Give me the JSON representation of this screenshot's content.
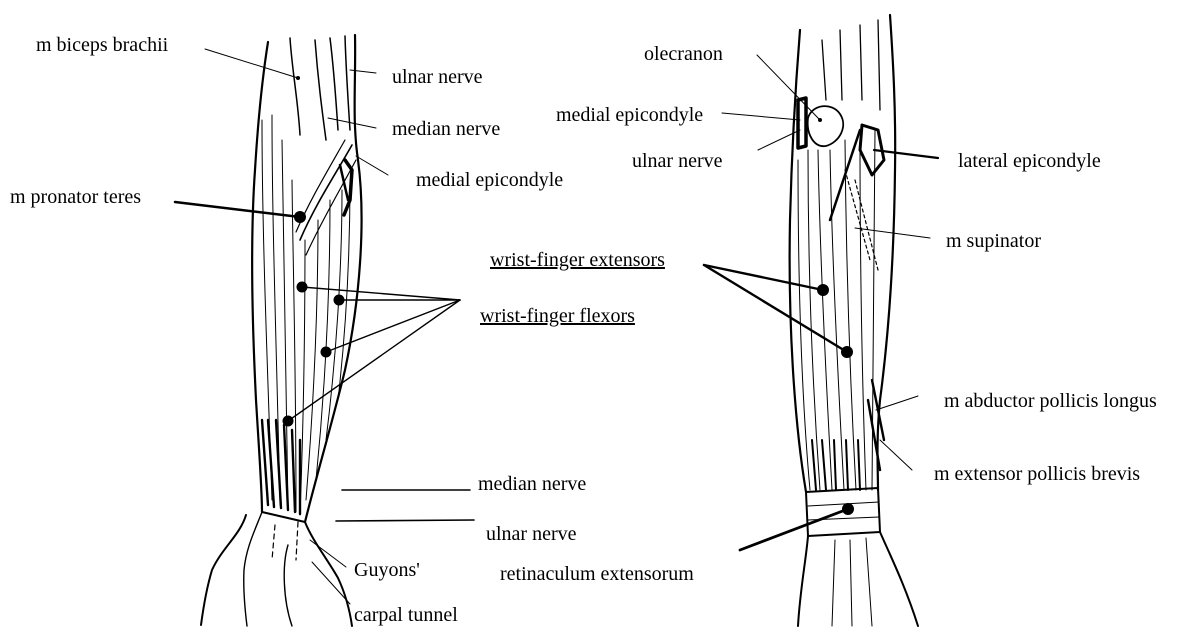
{
  "figure": {
    "left_view": {
      "labels": {
        "biceps": "m biceps brachii",
        "ulnar_nerve_top": "ulnar nerve",
        "median_nerve_top": "median nerve",
        "medial_epicondyle": "medial epicondyle",
        "pronator_teres": "m pronator teres",
        "flexors": "wrist-finger flexors",
        "median_nerve_bottom": "median nerve",
        "ulnar_nerve_bottom": "ulnar nerve",
        "guyons": "Guyons'",
        "carpal_tunnel": "carpal tunnel"
      }
    },
    "right_view": {
      "labels": {
        "olecranon": "olecranon",
        "medial_epicondyle": "medial epicondyle",
        "ulnar_nerve": "ulnar nerve",
        "lateral_epicondyle": "lateral epicondyle",
        "supinator": "m supinator",
        "extensors": "wrist-finger extensors",
        "abductor": "m abductor pollicis longus",
        "extensor_brevis": "m extensor pollicis brevis",
        "retinaculum": "retinaculum extensorum"
      }
    }
  }
}
